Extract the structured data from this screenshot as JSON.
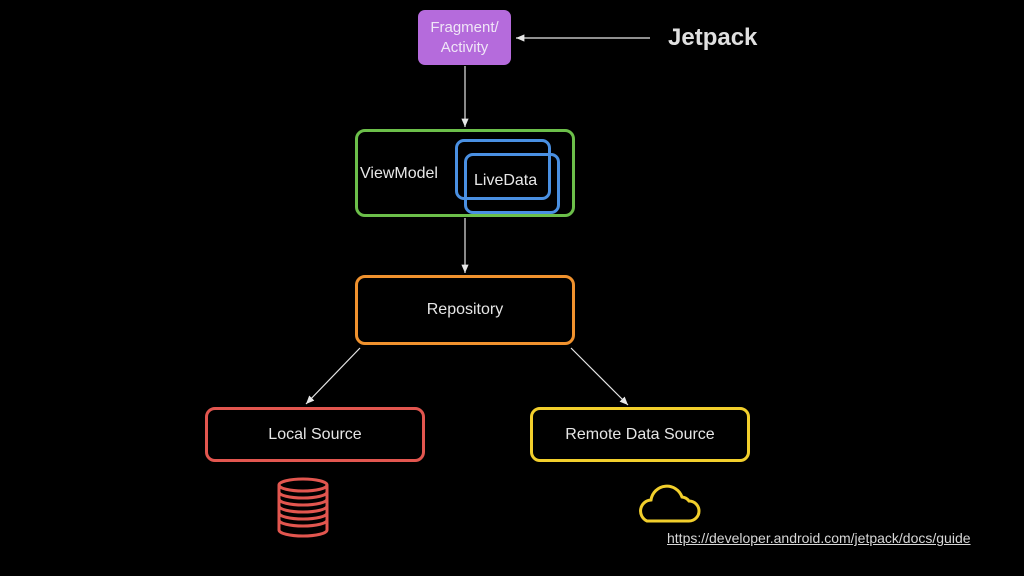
{
  "nodes": {
    "fragment": "Fragment/ Activity",
    "viewmodel": "ViewModel",
    "livedata": "LiveData",
    "repository": "Repository",
    "local_source": "Local Source",
    "remote_source": "Remote Data Source"
  },
  "annotation": {
    "jetpack": "Jetpack",
    "url": "https://developer.android.com/jetpack/docs/guide"
  },
  "icons": {
    "local": "database-icon",
    "remote": "cloud-icon"
  },
  "colors": {
    "fragment": "#b56bdc",
    "viewmodel": "#6cbf4a",
    "livedata": "#4a90e2",
    "repository": "#f0922e",
    "local": "#e2564f",
    "remote": "#f2cf2c"
  },
  "edges": [
    {
      "from": "jetpack",
      "to": "fragment"
    },
    {
      "from": "fragment",
      "to": "viewmodel"
    },
    {
      "from": "viewmodel",
      "to": "repository"
    },
    {
      "from": "repository",
      "to": "local_source"
    },
    {
      "from": "repository",
      "to": "remote_source"
    }
  ]
}
